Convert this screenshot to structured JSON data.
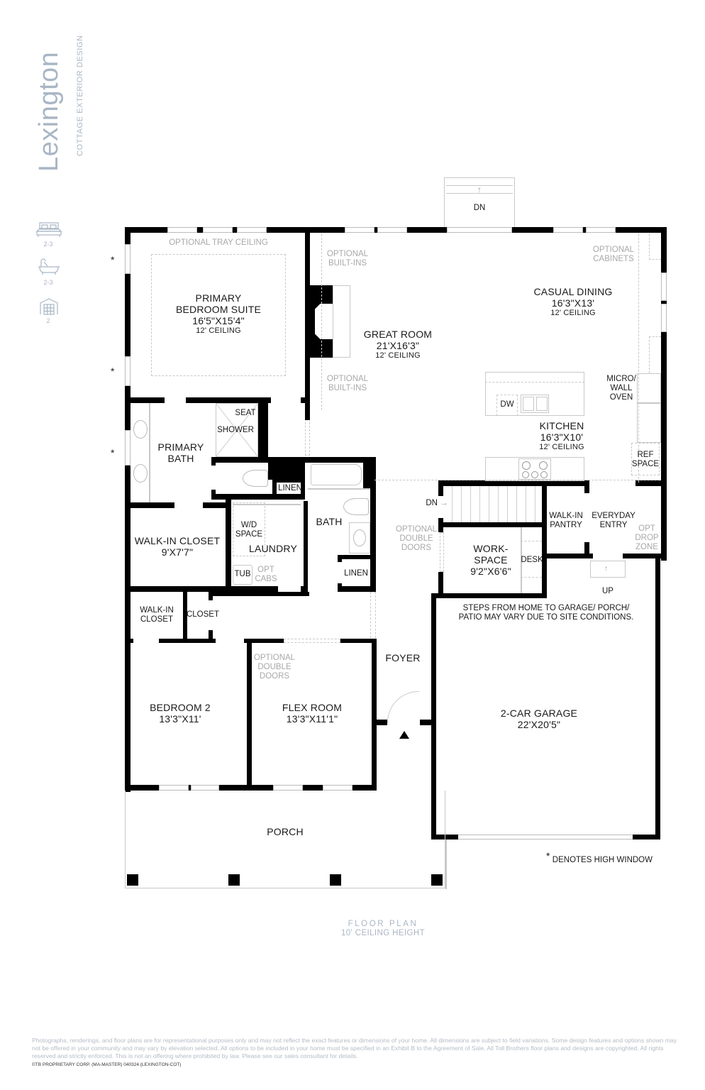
{
  "header": {
    "title": "Lexington",
    "subtitle": "COTTAGE EXTERIOR DESIGN"
  },
  "specs": [
    {
      "icon": "bed-icon",
      "value": "2-3"
    },
    {
      "icon": "bathtub-icon",
      "value": "2-3"
    },
    {
      "icon": "garage-icon",
      "value": "2"
    }
  ],
  "rooms": {
    "primary_bedroom": {
      "name_line1": "PRIMARY",
      "name_line2": "BEDROOM SUITE",
      "dim": "16'5\"X15'4\"",
      "ceiling": "12' CEILING",
      "note": "OPTIONAL TRAY CEILING"
    },
    "great_room": {
      "name": "GREAT ROOM",
      "dim": "21'X16'3\"",
      "ceiling": "12' CEILING",
      "builtins_top": [
        "OPTIONAL",
        "BUILT-INS"
      ],
      "builtins_bottom": [
        "OPTIONAL",
        "BUILT-INS"
      ]
    },
    "casual_dining": {
      "name": "CASUAL DINING",
      "dim": "16'3\"X13'",
      "ceiling": "12' CEILING",
      "cabinets": [
        "OPTIONAL",
        "CABINETS"
      ]
    },
    "kitchen": {
      "name": "KITCHEN",
      "dim": "16'3\"X10'",
      "ceiling": "12' CEILING",
      "dw": "DW",
      "micro": [
        "MICRO/",
        "WALL",
        "OVEN"
      ],
      "ref": [
        "REF",
        "SPACE"
      ]
    },
    "primary_bath": {
      "name_line1": "PRIMARY",
      "name_line2": "BATH",
      "seat": "SEAT",
      "shower": "SHOWER"
    },
    "walk_in_closet": {
      "name": "WALK-IN CLOSET",
      "dim": "9'X7'7\""
    },
    "laundry": {
      "name": "LAUNDRY",
      "wd": [
        "W/D",
        "SPACE"
      ],
      "tub": "TUB",
      "opt_cabs": [
        "OPT",
        "CABS"
      ],
      "linen": "LINEN"
    },
    "bath": {
      "name": "BATH",
      "linen": "LINEN"
    },
    "stairs": {
      "dn": "DN",
      "double_doors": [
        "OPTIONAL",
        "DOUBLE",
        "DOORS"
      ]
    },
    "workspace": {
      "name_line1": "WORK-",
      "name_line2": "SPACE",
      "dim": "9'2\"X6'6\"",
      "desk": "DESK"
    },
    "pantry": {
      "name_line1": "WALK-IN",
      "name_line2": "PANTRY"
    },
    "everyday_entry": {
      "name_line1": "EVERYDAY",
      "name_line2": "ENTRY",
      "drop_zone": [
        "OPT",
        "DROP",
        "ZONE"
      ],
      "up": "UP"
    },
    "deck_steps": {
      "dn": "DN"
    },
    "garage": {
      "name": "2-CAR GARAGE",
      "dim": "22'X20'5\"",
      "note_line1": "STEPS FROM HOME TO GARAGE/ PORCH/",
      "note_line2": "PATIO MAY VARY DUE TO SITE CONDITIONS."
    },
    "bedroom2_closet": {
      "name_line1": "WALK-IN",
      "name_line2": "CLOSET"
    },
    "hall_closet": {
      "name": "CLOSET"
    },
    "bedroom2": {
      "name": "BEDROOM 2",
      "dim": "13'3\"X11'"
    },
    "flex_room": {
      "name": "FLEX ROOM",
      "dim": "13'3\"X11'1\"",
      "double_doors": [
        "OPTIONAL",
        "DOUBLE",
        "DOORS"
      ]
    },
    "foyer": {
      "name": "FOYER"
    },
    "porch": {
      "name": "PORCH"
    }
  },
  "legend": {
    "star": "*",
    "high_window": "DENOTES HIGH WINDOW"
  },
  "caption": {
    "line1": "FLOOR PLAN",
    "line2": "10' CEILING HEIGHT"
  },
  "footer": {
    "disclaimer": "Photographs, renderings, and floor plans are for representational purposes only and may not reflect the exact features or dimensions of your home. All dimensions are subject to field variations. Some design features and options shown may not be offered in your community and may vary by elevation selected. All options to be included in your home must be specified in an Exhibit B to the Agreement of Sale. All Toll Brothers floor plans and designs are copyrighted. All rights reserved and strictly enforced. This is not an offering where prohibited by law. Please see our sales consultant for details.",
    "copyright": "©TB PROPRIETARY CORP. (MA-MASTER) 040324 (LEXINGTON-COT)"
  },
  "colors": {
    "accent": "#a9b6c4",
    "wall": "#000000",
    "optional": "#a8a8a8"
  }
}
